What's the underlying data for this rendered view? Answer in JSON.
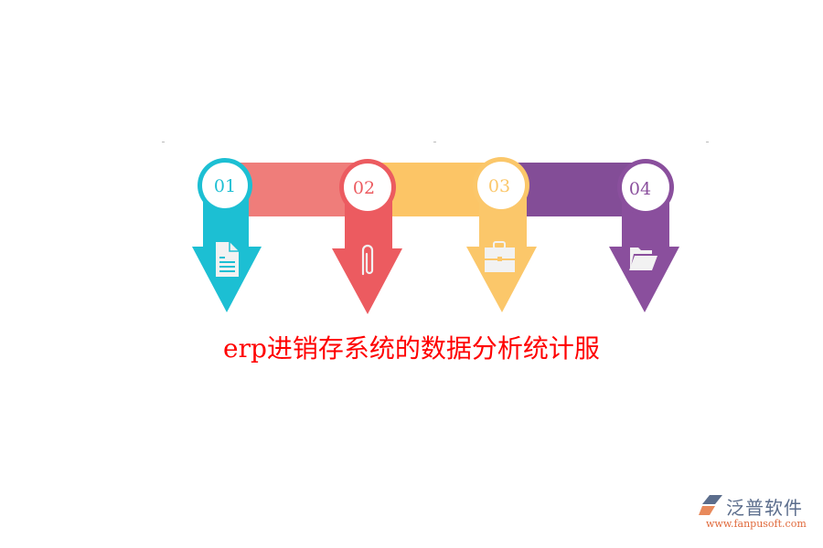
{
  "title": "erp进销存系统的数据分析统计服",
  "colors": {
    "title": "#ff0000",
    "step1": "#1cbfd3",
    "band1": "#ef7d7a",
    "step2": "#ec5b60",
    "band2": "#fcc566",
    "step3": "#fbc76a",
    "band3": "#834d97",
    "step4": "#8a4f9d",
    "icon": "#f2f2f2"
  },
  "steps": [
    {
      "number": "01",
      "icon": "document-icon",
      "color": "#1cbfd3"
    },
    {
      "number": "02",
      "icon": "paperclip-icon",
      "color": "#ec5b60"
    },
    {
      "number": "03",
      "icon": "briefcase-icon",
      "color": "#fbc76a"
    },
    {
      "number": "04",
      "icon": "folder-icon",
      "color": "#8a4f9d"
    }
  ],
  "logo": {
    "brand": "泛普软件",
    "url": "www.fanpusoft.com"
  }
}
